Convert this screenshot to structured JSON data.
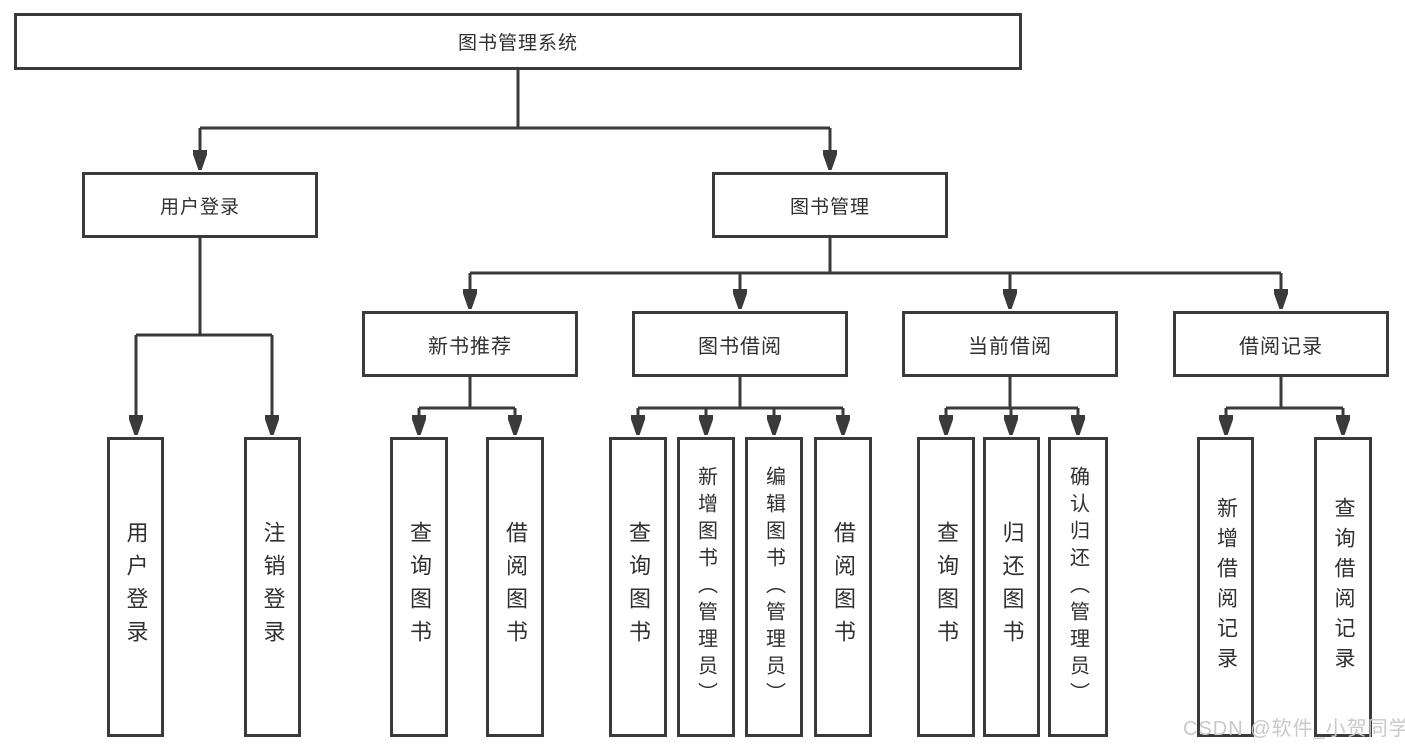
{
  "watermark": "CSDN @软件_小贺同学",
  "tree": {
    "root": {
      "label": "图书管理系统"
    },
    "branches": [
      {
        "label": "用户登录",
        "children": [
          {
            "label": "用户登录"
          },
          {
            "label": "注销登录"
          }
        ]
      },
      {
        "label": "图书管理",
        "groups": [
          {
            "label": "新书推荐",
            "children": [
              {
                "label": "查询图书"
              },
              {
                "label": "借阅图书"
              }
            ]
          },
          {
            "label": "图书借阅",
            "children": [
              {
                "label": "查询图书"
              },
              {
                "label": "新增图书（管理员）"
              },
              {
                "label": "编辑图书（管理员）"
              },
              {
                "label": "借阅图书"
              }
            ]
          },
          {
            "label": "当前借阅",
            "children": [
              {
                "label": "查询图书"
              },
              {
                "label": "归还图书"
              },
              {
                "label": "确认归还（管理员）"
              }
            ]
          },
          {
            "label": "借阅记录",
            "children": [
              {
                "label": "新增借阅记录"
              },
              {
                "label": "查询借阅记录"
              }
            ]
          }
        ]
      }
    ]
  }
}
